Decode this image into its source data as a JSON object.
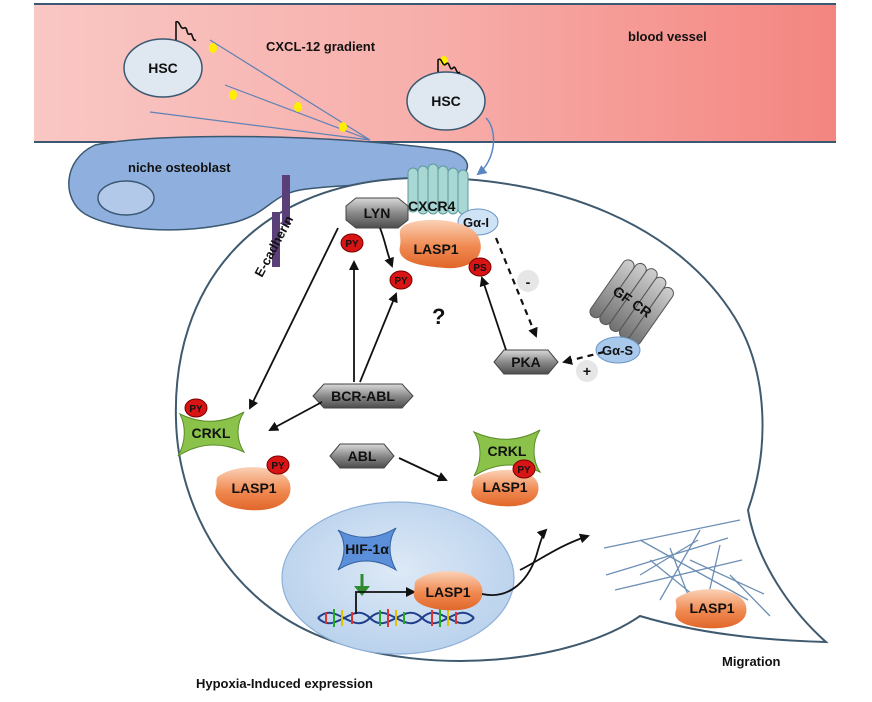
{
  "labels": {
    "blood_vessel": "blood vessel",
    "cxcl12": "CXCL-12 gradient",
    "hsc_left": "HSC",
    "hsc_right": "HSC",
    "niche_osteoblast": "niche osteoblast",
    "e_cadherin": "E-cadherin",
    "cxcr4": "CXCR4",
    "g_alpha_i": "Gα-I",
    "lyn": "LYN",
    "lasp1_membrane": "LASP1",
    "question": "?",
    "pka": "PKA",
    "gfcr": "GF CR",
    "g_alpha_s": "Gα-S",
    "minus": "-",
    "plus": "+",
    "bcr_abl": "BCR-ABL",
    "abl": "ABL",
    "crkl_left": "CRKL",
    "lasp1_left": "LASP1",
    "crkl_right": "CRKL",
    "lasp1_right": "LASP1",
    "hif1a": "HIF-1α",
    "lasp1_nucleus": "LASP1",
    "lasp1_migration": "LASP1",
    "migration": "Migration",
    "hypoxia": "Hypoxia-Induced expression",
    "py": "PY",
    "ps": "PS"
  },
  "colors": {
    "vessel": "#f7a8a4",
    "osteoblast": "#8fb0de",
    "cell_outline": "#3f5a6e",
    "lasp1": "#f08a52",
    "crkl": "#8bc34a",
    "phospho": "#d81414",
    "kinase": "#8c8c8c",
    "nucleus": "#c9def2",
    "receptor": "#a9d7d4",
    "gprotein": "#a8c8ec",
    "hif": "#5b8fd9",
    "arrow_green": "#2e8b2e"
  }
}
